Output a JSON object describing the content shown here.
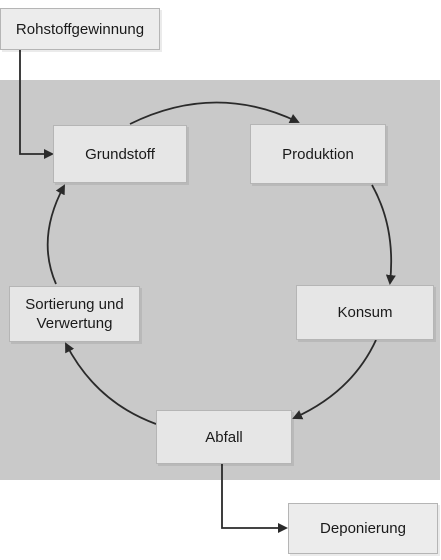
{
  "diagram": {
    "nodes": {
      "rohstoffgewinnung": "Rohstoffgewinnung",
      "grundstoff": "Grundstoff",
      "produktion": "Produktion",
      "konsum": "Konsum",
      "sortierung_line1": "Sortierung und",
      "sortierung_line2": "Verwertung",
      "abfall": "Abfall",
      "deponierung": "Deponierung"
    },
    "colors": {
      "panel": "#c9c9c9",
      "node_fill": "#e6e6e6",
      "node_border": "#b5b5b5",
      "arrow": "#2a2a2a"
    }
  }
}
